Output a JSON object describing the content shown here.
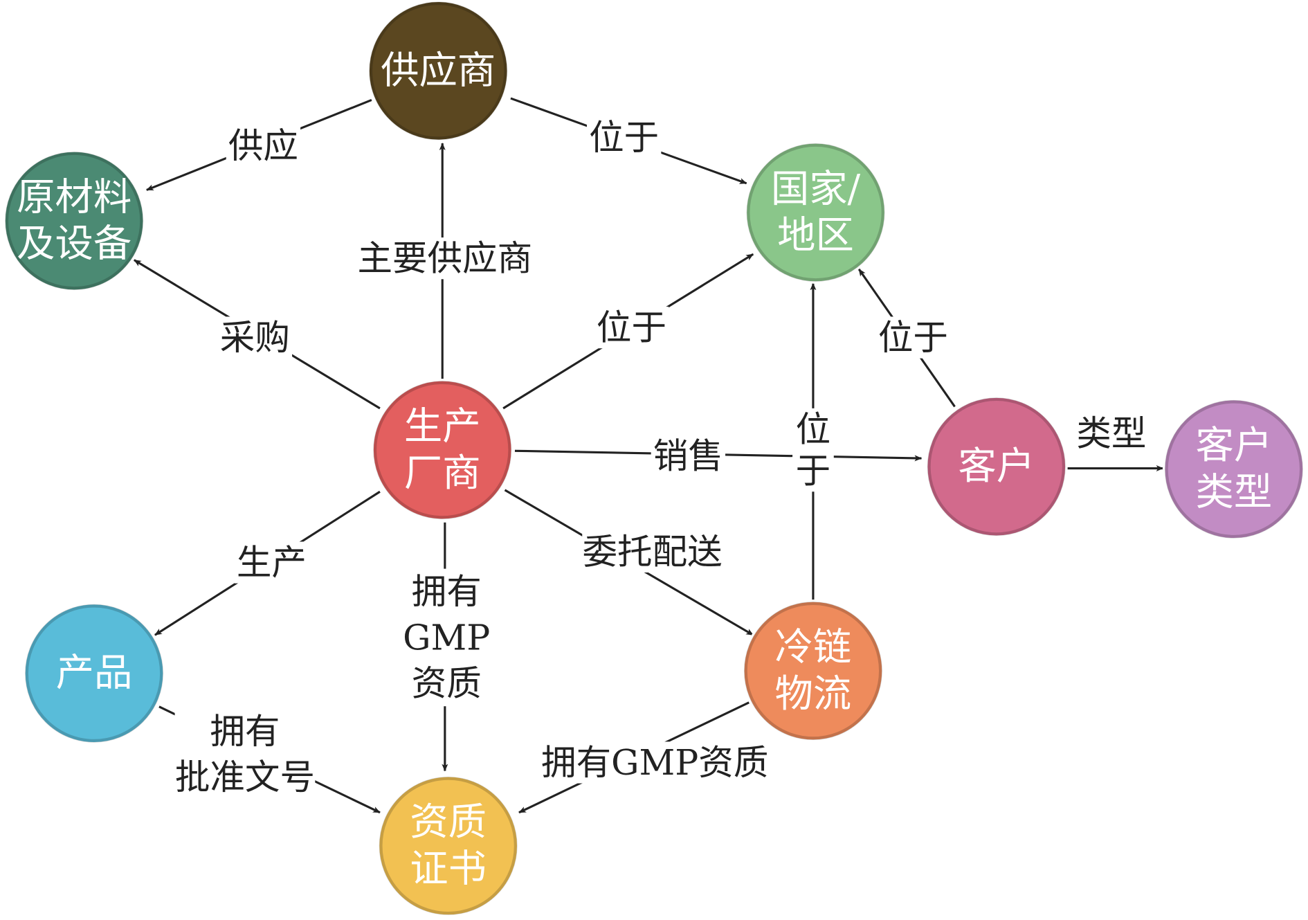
{
  "nodes": {
    "supplier": {
      "lines": [
        "供应商"
      ],
      "color": "#5b4720"
    },
    "material": {
      "lines": [
        "原材料",
        "及设备"
      ],
      "color": "#4b8a73"
    },
    "country": {
      "lines": [
        "国家/",
        "地区"
      ],
      "color": "#8ac68a"
    },
    "manufacturer": {
      "lines": [
        "生产",
        "厂商"
      ],
      "color": "#e35f5f"
    },
    "customer": {
      "lines": [
        "客户"
      ],
      "color": "#d26a8c"
    },
    "customer_type": {
      "lines": [
        "客户",
        "类型"
      ],
      "color": "#c28cc4"
    },
    "product": {
      "lines": [
        "产品"
      ],
      "color": "#59bcd9"
    },
    "cold_chain": {
      "lines": [
        "冷链",
        "物流"
      ],
      "color": "#ee8b5c"
    },
    "certificate": {
      "lines": [
        "资质",
        "证书"
      ],
      "color": "#f2c152"
    }
  },
  "edges": [
    {
      "id": "supply",
      "from": "supplier",
      "to": "material",
      "lines": [
        "供应"
      ]
    },
    {
      "id": "supplier-located",
      "from": "supplier",
      "to": "country",
      "lines": [
        "位于"
      ]
    },
    {
      "id": "main-supplier",
      "from": "manufacturer",
      "to": "supplier",
      "lines": [
        "主要供应商"
      ]
    },
    {
      "id": "purchase",
      "from": "manufacturer",
      "to": "material",
      "lines": [
        "采购"
      ]
    },
    {
      "id": "manufacturer-located",
      "from": "manufacturer",
      "to": "country",
      "lines": [
        "位于"
      ]
    },
    {
      "id": "sales",
      "from": "manufacturer",
      "to": "customer",
      "lines": [
        "销售"
      ]
    },
    {
      "id": "cold-chain-located",
      "from": "cold_chain",
      "to": "country",
      "lines": [
        "位",
        "于"
      ]
    },
    {
      "id": "customer-located",
      "from": "customer",
      "to": "country",
      "lines": [
        "位于"
      ]
    },
    {
      "id": "type",
      "from": "customer",
      "to": "customer_type",
      "lines": [
        "类型"
      ]
    },
    {
      "id": "produce",
      "from": "manufacturer",
      "to": "product",
      "lines": [
        "生产"
      ]
    },
    {
      "id": "manufacturer-gmp",
      "from": "manufacturer",
      "to": "certificate",
      "lines": [
        "拥有",
        "GMP",
        "资质"
      ]
    },
    {
      "id": "delegate-delivery",
      "from": "manufacturer",
      "to": "cold_chain",
      "lines": [
        "委托配送"
      ]
    },
    {
      "id": "approval-number",
      "from": "product",
      "to": "certificate",
      "lines": [
        "拥有",
        "批准文号"
      ]
    },
    {
      "id": "cold-chain-gmp",
      "from": "cold_chain",
      "to": "certificate",
      "lines": [
        "拥有GMP资质"
      ]
    }
  ]
}
